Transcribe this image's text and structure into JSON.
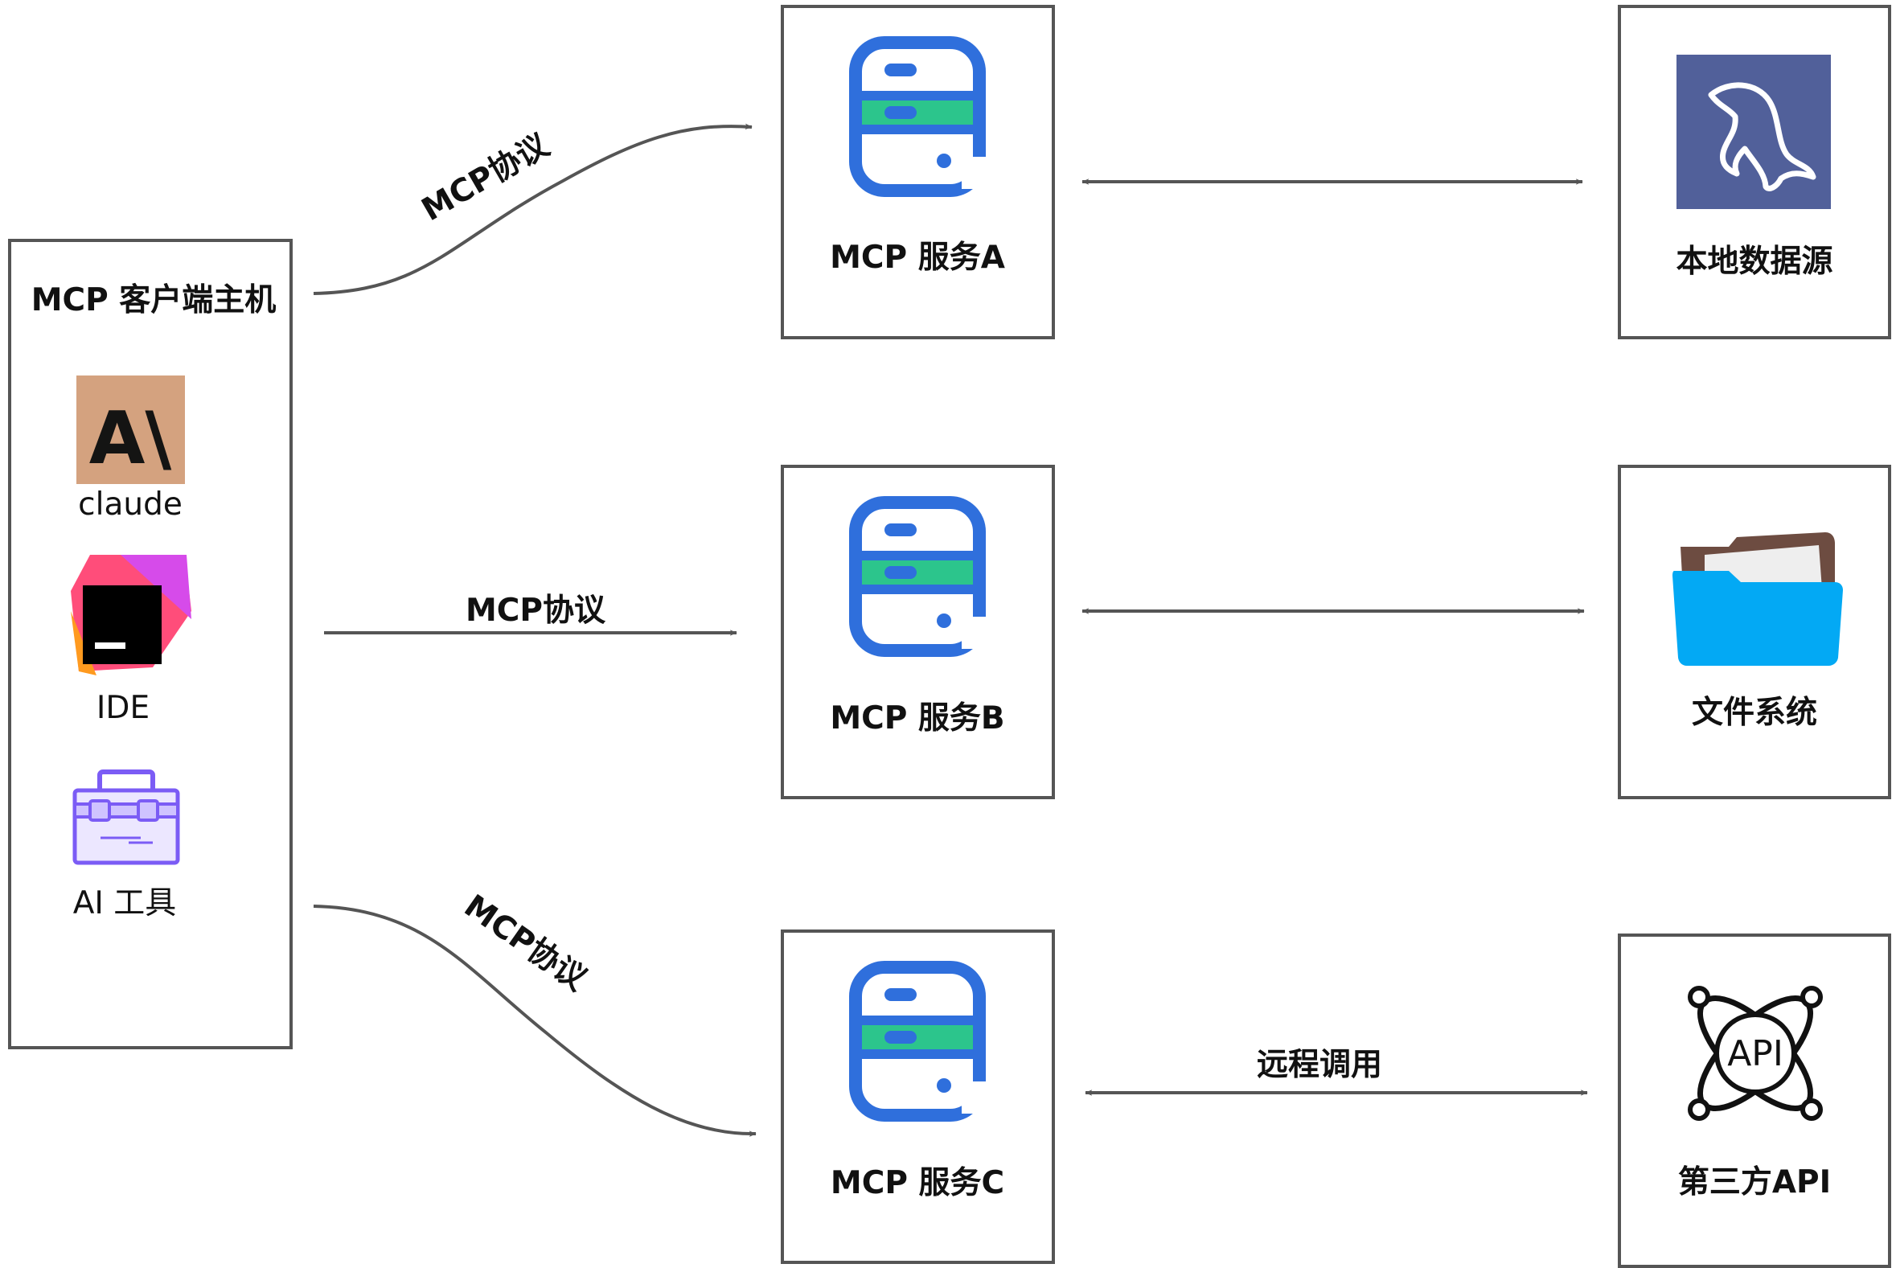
{
  "host": {
    "title": "MCP 客户端主机",
    "clients": [
      {
        "label": "claude",
        "icon": "claude-anthropic-icon",
        "icon_text": "A\\",
        "color": "#d4a27f"
      },
      {
        "label": "IDE",
        "icon": "jetbrains-ide-icon"
      },
      {
        "label": "AI 工具",
        "icon": "toolbox-icon"
      }
    ]
  },
  "servers": [
    {
      "label": "MCP 服务A",
      "icon": "server-icon"
    },
    {
      "label": "MCP 服务B",
      "icon": "server-icon"
    },
    {
      "label": "MCP 服务C",
      "icon": "server-icon"
    }
  ],
  "resources": [
    {
      "label": "本地数据源",
      "icon": "mysql-dolphin-icon",
      "color": "#51609a"
    },
    {
      "label": "文件系统",
      "icon": "folder-icon",
      "color": "#03a9f4"
    },
    {
      "label": "第三方API",
      "icon": "api-icon",
      "icon_text": "API"
    }
  ],
  "edges": {
    "protocol_label": "MCP协议",
    "remote_call_label": "远程调用"
  },
  "colors": {
    "border": "#555555",
    "arrow": "#555555",
    "server_blue": "#2f6fdc",
    "server_green": "#2cc58c"
  }
}
